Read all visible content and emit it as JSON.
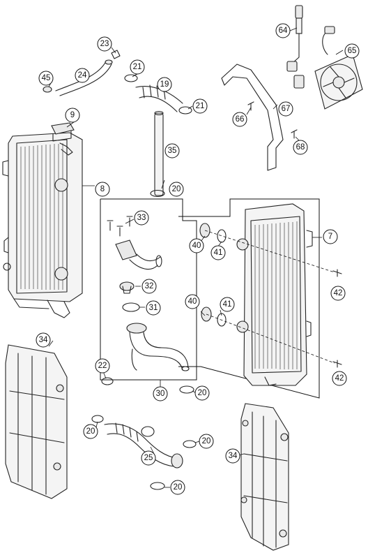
{
  "callouts": [
    {
      "id": "c64",
      "label": "64"
    },
    {
      "id": "c65",
      "label": "65"
    },
    {
      "id": "c23",
      "label": "23"
    },
    {
      "id": "c45",
      "label": "45"
    },
    {
      "id": "c24",
      "label": "24"
    },
    {
      "id": "c21a",
      "label": "21"
    },
    {
      "id": "c19",
      "label": "19"
    },
    {
      "id": "c21b",
      "label": "21"
    },
    {
      "id": "c66",
      "label": "66"
    },
    {
      "id": "c67",
      "label": "67"
    },
    {
      "id": "c68",
      "label": "68"
    },
    {
      "id": "c9",
      "label": "9"
    },
    {
      "id": "c35",
      "label": "35"
    },
    {
      "id": "c8",
      "label": "8"
    },
    {
      "id": "c20a",
      "label": "20"
    },
    {
      "id": "c33",
      "label": "33"
    },
    {
      "id": "c7",
      "label": "7"
    },
    {
      "id": "c40a",
      "label": "40"
    },
    {
      "id": "c41a",
      "label": "41"
    },
    {
      "id": "c42a",
      "label": "42"
    },
    {
      "id": "c32",
      "label": "32"
    },
    {
      "id": "c31",
      "label": "31"
    },
    {
      "id": "c40b",
      "label": "40"
    },
    {
      "id": "c41b",
      "label": "41"
    },
    {
      "id": "c34a",
      "label": "34"
    },
    {
      "id": "c22",
      "label": "22"
    },
    {
      "id": "c42b",
      "label": "42"
    },
    {
      "id": "c30",
      "label": "30"
    },
    {
      "id": "c20b",
      "label": "20"
    },
    {
      "id": "c20c",
      "label": "20"
    },
    {
      "id": "c20d",
      "label": "20"
    },
    {
      "id": "c25",
      "label": "25"
    },
    {
      "id": "c34b",
      "label": "34"
    },
    {
      "id": "c20e",
      "label": "20"
    }
  ]
}
